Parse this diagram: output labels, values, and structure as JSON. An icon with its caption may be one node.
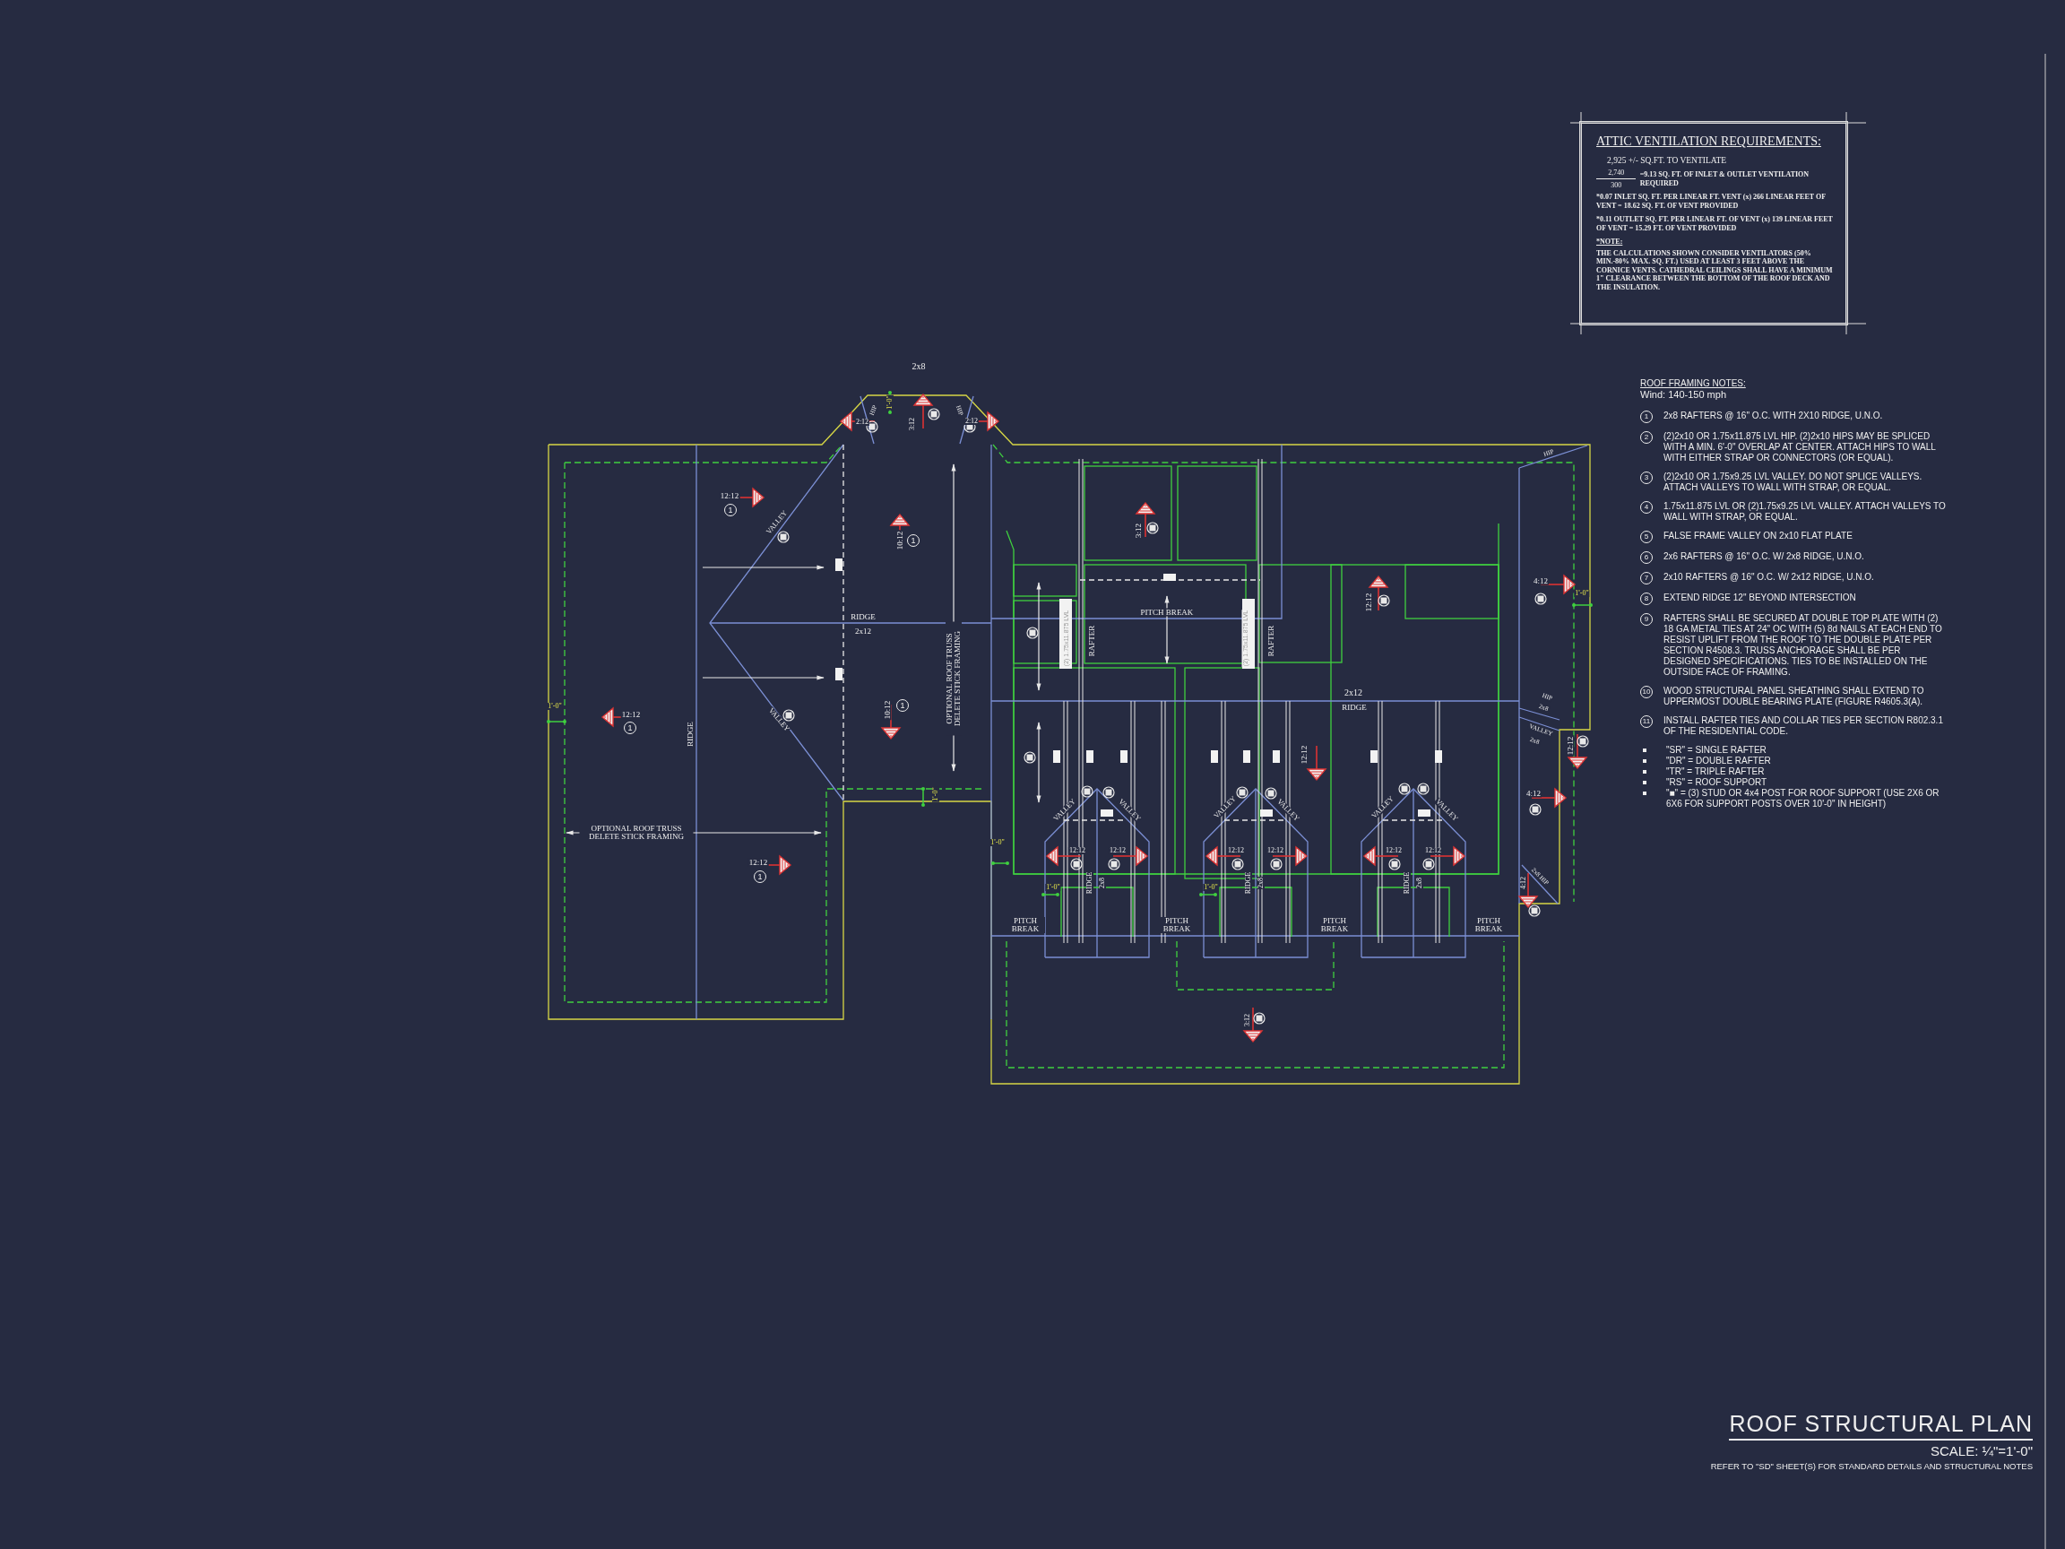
{
  "diagram": {
    "title": "ROOF STRUCTURAL PLAN",
    "nodes": [
      {
        "text": [
          "ATTIC VENTILATION REQUIREMENTS:",
          "2,925 +/- SQ.FT. TO VENTILATE",
          "2,740",
          "300",
          "=9.13 SQ. FT. OF INLET & OUTLET VENTILATION REQUIRED",
          "*0.07 INLET SQ. FT. PER LINEAR FT. VENT (x) 266 LINEAR FEET OF VENT = 18.62 SQ. FT. OF VENT PROVIDED",
          "*0.11 OUTLET SQ. FT. PER LINEAR FT. OF VENT (x) 139 LINEAR FEET OF VENT = 15.29 FT. OF VENT PROVIDED",
          "*NOTE:",
          "THE CALCULATIONS SHOWN CONSIDER VENTILATORS (50% MIN.-80% MAX. SQ. FT.) USED AT LEAST 3 FEET ABOVE THE CORNICE VENTS. CATHEDRAL CEILINGS SHALL HAVE A MINIMUM 1\" CLEARANCE BETWEEN THE BOTTOM OF THE ROOF DECK AND THE INSULATION."
        ]
      }
    ],
    "labels": [
      "2x8",
      "HIP",
      "HIP",
      "1'-0\"",
      "3:12",
      "2:12",
      "2:12",
      "12:12",
      "1",
      "VALLEY",
      "10:12",
      "1",
      "RIDGE",
      "2x12",
      "OPTIONAL ROOF TRUSS DELETE STICK FRAMING",
      "1'-0\"",
      "12:12",
      "1",
      "RIDGE",
      "VALLEY",
      "10:12",
      "1",
      "1'-0\"",
      "OPTIONAL ROOF TRUSS DELETE STICK FRAMING",
      "12:12",
      "1",
      "3:12",
      "PITCH BREAK",
      "(2) 1.75x11.875 LVL",
      "RAFTER",
      "(2) 1.75x11.875 LVL",
      "RAFTER",
      "HIP",
      "4:12",
      "1'-0\"",
      "12:12",
      "2x12",
      "RIDGE",
      "HIP",
      "2x8",
      "12:12",
      "VALLEY",
      "2x8",
      "12:12",
      "4:12",
      "VALLEY",
      "VALLEY",
      "VALLEY",
      "VALLEY",
      "VALLEY",
      "VALLEY",
      "1'-0\"",
      "12:12",
      "12:12",
      "12:12",
      "12:12",
      "12:12",
      "12:12",
      "2x8 HIP",
      "4:12",
      "RIDGE",
      "2x8",
      "RIDGE",
      "2x8",
      "RIDGE",
      "2x8",
      "1'-0\"",
      "1'-0\"",
      "PITCH BREAK",
      "PITCH BREAK",
      "PITCH BREAK",
      "PITCH BREAK",
      "3:12",
      "ROOF FRAMING NOTES:",
      "Wind: 140-150 mph",
      "1",
      "2x8 RAFTERS @ 16\" O.C. WITH 2X10 RIDGE, U.N.O.",
      "2",
      "(2)2x10 OR 1.75x11.875 LVL HIP. (2)2x10 HIPS MAY BE SPLICED WITH A MIN. 6'-0\" OVERLAP AT CENTER. ATTACH HIPS TO WALL WITH EITHER STRAP OR CONNECTORS (OR EQUAL).",
      "3",
      "(2)2x10 OR 1.75x9.25 LVL VALLEY. DO NOT SPLICE VALLEYS. ATTACH VALLEYS TO WALL WITH STRAP, OR EQUAL.",
      "4",
      "1.75x11.875 LVL OR (2)1.75x9.25 LVL VALLEY. ATTACH VALLEYS TO WALL WITH STRAP, OR EQUAL.",
      "5",
      "FALSE FRAME VALLEY ON 2x10 FLAT PLATE",
      "6",
      "2x6 RAFTERS @ 16\" O.C. W/ 2x8 RIDGE, U.N.O.",
      "7",
      "2x10 RAFTERS @ 16\" O.C. W/ 2x12 RIDGE, U.N.O.",
      "8",
      "EXTEND RIDGE 12\" BEYOND INTERSECTION",
      "9",
      "RAFTERS SHALL BE SECURED AT DOUBLE TOP PLATE WITH (2) 18 GA METAL TIES AT 24\" OC WITH (5) 8d NAILS AT EACH END TO RESIST UPLIFT FROM THE ROOF TO THE DOUBLE PLATE PER SECTION R4508.3. TRUSS ANCHORAGE SHALL BE PER DESIGNED SPECIFICATIONS. TIES TO BE INSTALLED ON THE OUTSIDE FACE OF FRAMING.",
      "10",
      "WOOD STRUCTURAL PANEL SHEATHING SHALL EXTEND TO UPPERMOST DOUBLE BEARING PLATE (FIGURE R4605.3(A).",
      "11",
      "INSTALL RAFTER TIES AND COLLAR TIES PER SECTION R802.3.1 OF THE RESIDENTIAL CODE.",
      "\"SR\" = SINGLE RAFTER",
      "\"DR\" = DOUBLE RAFTER",
      "\"TR\" = TRIPLE RAFTER",
      "\"RS\" = ROOF SUPPORT",
      "\"■\" = (3) STUD OR 4x4 POST FOR ROOF SUPPORT (USE 2X6 OR 6X6 FOR SUPPORT POSTS OVER 10'-0\" IN HEIGHT)",
      "SCALE: ¼\"=1'-0\"",
      "REFER TO \"SD\" SHEET(S) FOR STANDARD DETAILS AND STRUCTURAL NOTES"
    ]
  }
}
